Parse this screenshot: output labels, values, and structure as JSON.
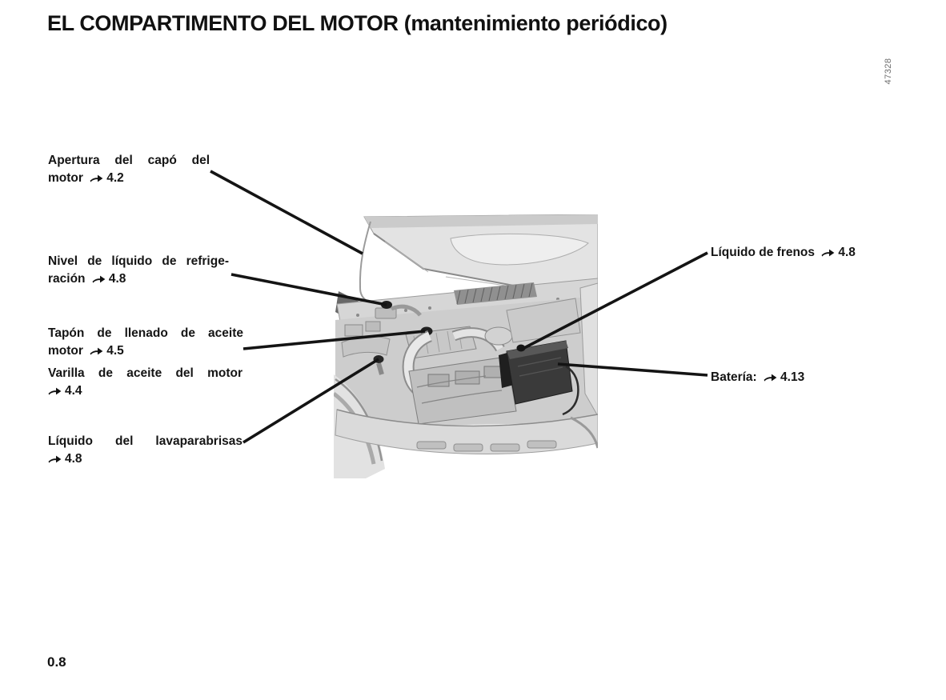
{
  "page": {
    "title": "EL COMPARTIMENTO DEL MOTOR (mantenimiento periódico)",
    "page_number": "0.8",
    "figure_code": "47328"
  },
  "callouts": {
    "hood_opening": {
      "line1": "Apertura del capó del",
      "line2": "motor",
      "ref": "4.2"
    },
    "coolant_level": {
      "line1": "Nivel de líquido de refrige-",
      "line2": "ración",
      "ref": "4.8"
    },
    "oil_filler_cap": {
      "line1": "Tapón de llenado de aceite",
      "line2": "motor",
      "ref": "4.5"
    },
    "oil_dipstick": {
      "line1": "Varilla de aceite del motor",
      "line2": "",
      "ref": "4.4"
    },
    "washer_fluid": {
      "line1": "Líquido del lavaparabrisas",
      "line2": "",
      "ref": "4.8"
    },
    "brake_fluid": {
      "text": "Líquido de frenos",
      "ref": "4.8"
    },
    "battery": {
      "text": "Batería:",
      "ref": "4.13"
    }
  },
  "icons": {
    "reference_arrow": "➥"
  },
  "colors": {
    "text": "#151515",
    "callout_line": "#141414",
    "figure_code": "#6e6e6e",
    "background": "#ffffff",
    "illustration_gray": "#cdcdcd",
    "battery_dark": "#3a3a3a"
  }
}
